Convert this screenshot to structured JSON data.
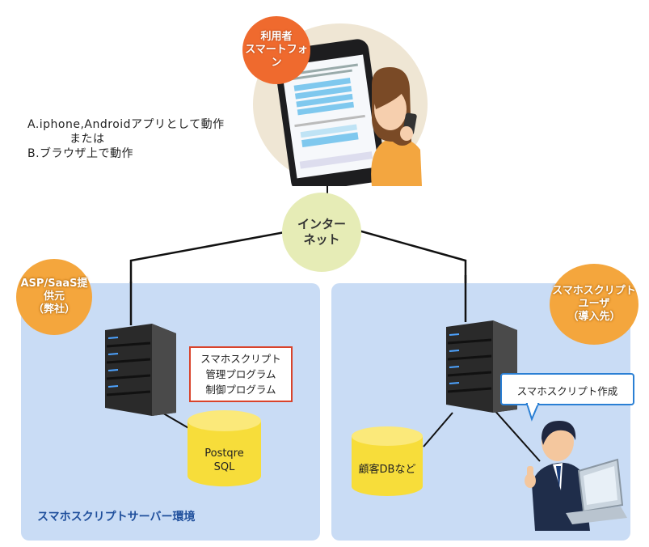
{
  "user": {
    "circle_line1": "利用者",
    "circle_line2": "スマートフォン",
    "notes": [
      "A.iphone,Androidアプリとして動作",
      "または",
      "B.ブラウザ上で動作"
    ]
  },
  "internet": {
    "line1": "インター",
    "line2": "ネット"
  },
  "provider": {
    "circle_line1": "ASP/SaaS提供元",
    "circle_line2": "（弊社）",
    "program_box": [
      "スマホスクリプト",
      "管理プログラム",
      "制御プログラム"
    ],
    "db_line1": "Postqre",
    "db_line2": "SQL",
    "environment_title": "スマホスクリプトサーバー環境"
  },
  "client": {
    "circle_line1": "スマホスクリプト",
    "circle_line2": "ユーザ",
    "circle_line3": "（導入先）",
    "speech": "スマホスクリプト作成",
    "db_label": "顧客DBなど"
  },
  "colors": {
    "panel": "#c9dcf5",
    "orange_circle": "#f4a63d",
    "user_circle": "#ef6a2e",
    "internet_circle": "#e6ecb6",
    "cylinder": "#f7dd3a",
    "environment_text": "#1f4f9c",
    "program_box_border": "#d9432b"
  },
  "icons": [
    "smartphone-user-illustration",
    "server-icon",
    "database-icon",
    "businessman-computer-illustration",
    "speech-bubble-icon"
  ]
}
